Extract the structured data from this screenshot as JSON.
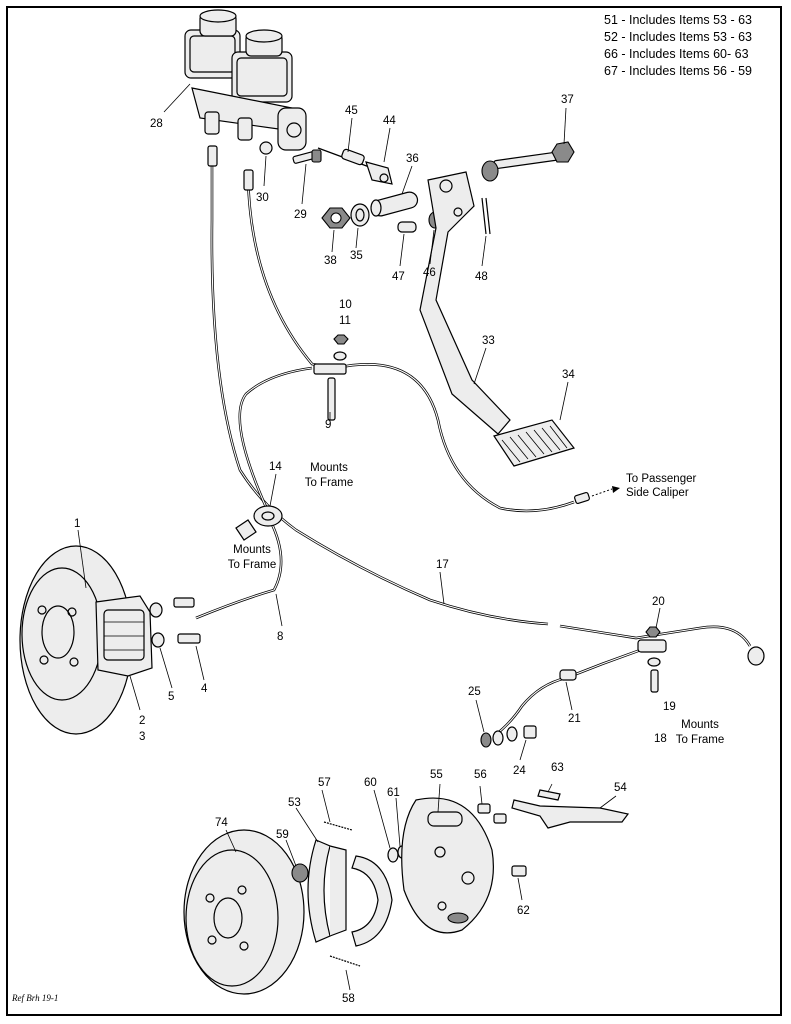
{
  "notes": [
    "51 - Includes Items 53 - 63",
    "52 - Includes Items 53 - 63",
    "66 - Includes Items 60- 63",
    "67 - Includes Items 56 - 59"
  ],
  "reference": "Ref Brh 19-1",
  "annotations": {
    "mounts_to_frame": [
      "Mounts",
      "To Frame"
    ],
    "passenger": [
      "To Passenger",
      "Side Caliper"
    ]
  },
  "part_labels": {
    "p28": "28",
    "p30": "30",
    "p29": "29",
    "p45": "45",
    "p44": "44",
    "p36": "36",
    "p37": "37",
    "p38": "38",
    "p35": "35",
    "p47": "47",
    "p46": "46",
    "p48": "48",
    "p10": "10",
    "p11": "11",
    "p33": "33",
    "p34": "34",
    "p9": "9",
    "p14": "14",
    "p1": "1",
    "p17": "17",
    "p8": "8",
    "p5": "5",
    "p4": "4",
    "p2": "2",
    "p3": "3",
    "p20": "20",
    "p19": "19",
    "p18": "18",
    "p25": "25",
    "p21": "21",
    "p24": "24",
    "p63": "63",
    "p54": "54",
    "p56": "56",
    "p55": "55",
    "p57": "57",
    "p53": "53",
    "p60": "60",
    "p61": "61",
    "p74": "74",
    "p59": "59",
    "p62": "62",
    "p58": "58"
  }
}
